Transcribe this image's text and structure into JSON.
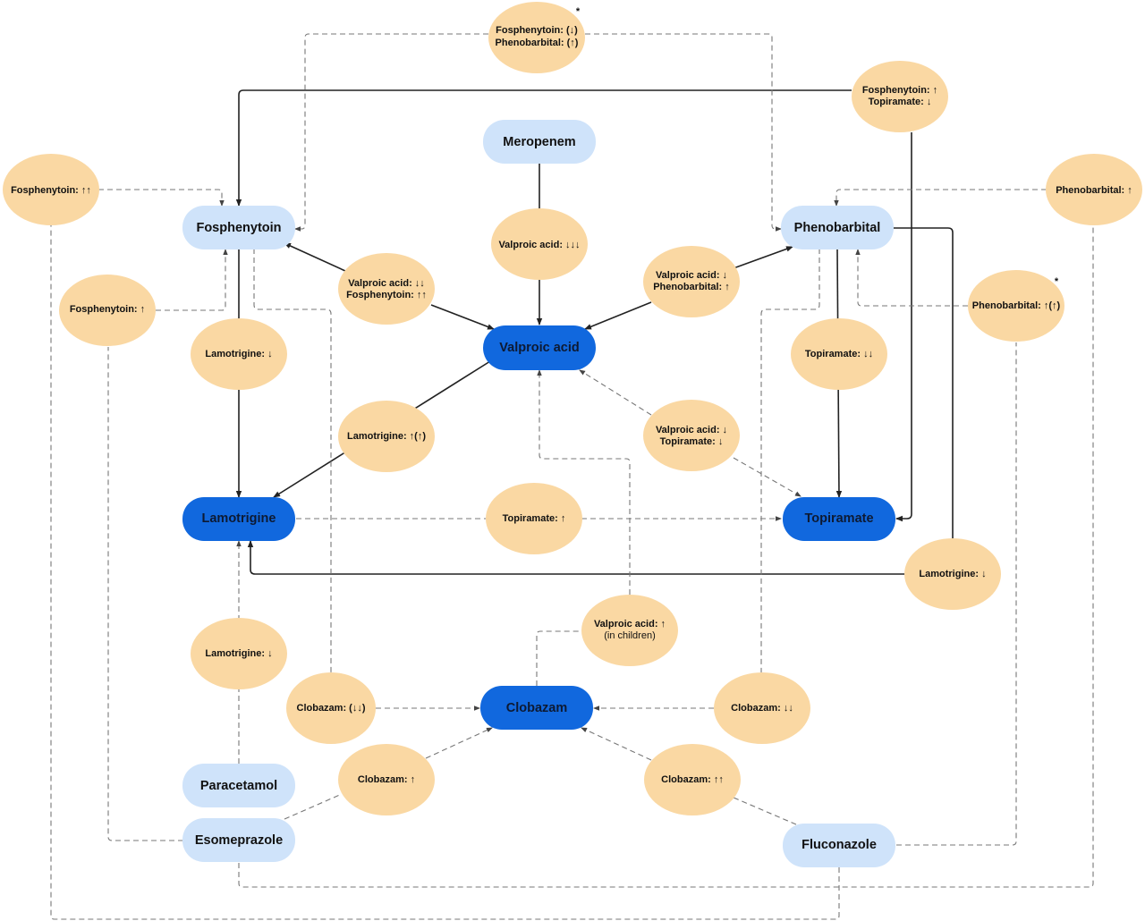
{
  "colors": {
    "primary_drug": "#1168de",
    "secondary_drug": "#cfe3fa",
    "effect_bubble": "#fad8a3",
    "solid_edge": "#222222",
    "dashed_edge": "#777777"
  },
  "drugs": {
    "meropenem": "Meropenem",
    "fosphenytoin": "Fosphenytoin",
    "phenobarbital": "Phenobarbital",
    "valproic_acid": "Valproic acid",
    "lamotrigine": "Lamotrigine",
    "topiramate": "Topiramate",
    "clobazam": "Clobazam",
    "paracetamol": "Paracetamol",
    "esomeprazole": "Esomeprazole",
    "fluconazole": "Fluconazole"
  },
  "effects": {
    "top_center": {
      "line1": "Fosphenytoin: (↓)",
      "line2": "Phenobarbital: (↑)",
      "mark": "*"
    },
    "top_right": {
      "line1": "Fosphenytoin: ↑",
      "line2": "Topiramate: ↓"
    },
    "left_top": {
      "line1": "Fosphenytoin: ↑↑"
    },
    "right_top": {
      "line1": "Phenobarbital: ↑"
    },
    "meropenem_valproic": {
      "line1": "Valproic acid: ↓↓↓"
    },
    "valproic_fosphenytoin": {
      "line1": "Valproic acid: ↓↓",
      "line2": "Fosphenytoin: ↑↑"
    },
    "valproic_phenobarbital": {
      "line1": "Valproic acid: ↓",
      "line2": "Phenobarbital: ↑"
    },
    "left_mid": {
      "line1": "Fosphenytoin: ↑"
    },
    "right_mid": {
      "line1": "Phenobarbital: ↑(↑)",
      "mark": "*"
    },
    "fosphenytoin_lamotrigine": {
      "line1": "Lamotrigine: ↓"
    },
    "phenobarbital_topiramate": {
      "line1": "Topiramate: ↓↓"
    },
    "valproic_lamotrigine": {
      "line1": "Lamotrigine: ↑(↑)"
    },
    "valproic_topiramate": {
      "line1": "Valproic acid: ↓",
      "line2": "Topiramate: ↓"
    },
    "lamotrigine_topiramate": {
      "line1": "Topiramate: ↑"
    },
    "phenobarbital_lamotrigine": {
      "line1": "Lamotrigine: ↓"
    },
    "clobazam_valproic": {
      "line1": "Valproic acid: ↑",
      "line2": "(in children)"
    },
    "paracetamol_lamotrigine": {
      "line1": "Lamotrigine: ↓"
    },
    "fosphenytoin_clobazam": {
      "line1": "Clobazam: (↓↓)"
    },
    "phenobarbital_clobazam": {
      "line1": "Clobazam:  ↓↓"
    },
    "esomeprazole_clobazam": {
      "line1": "Clobazam: ↑"
    },
    "fluconazole_clobazam": {
      "line1": "Clobazam: ↑↑"
    }
  }
}
